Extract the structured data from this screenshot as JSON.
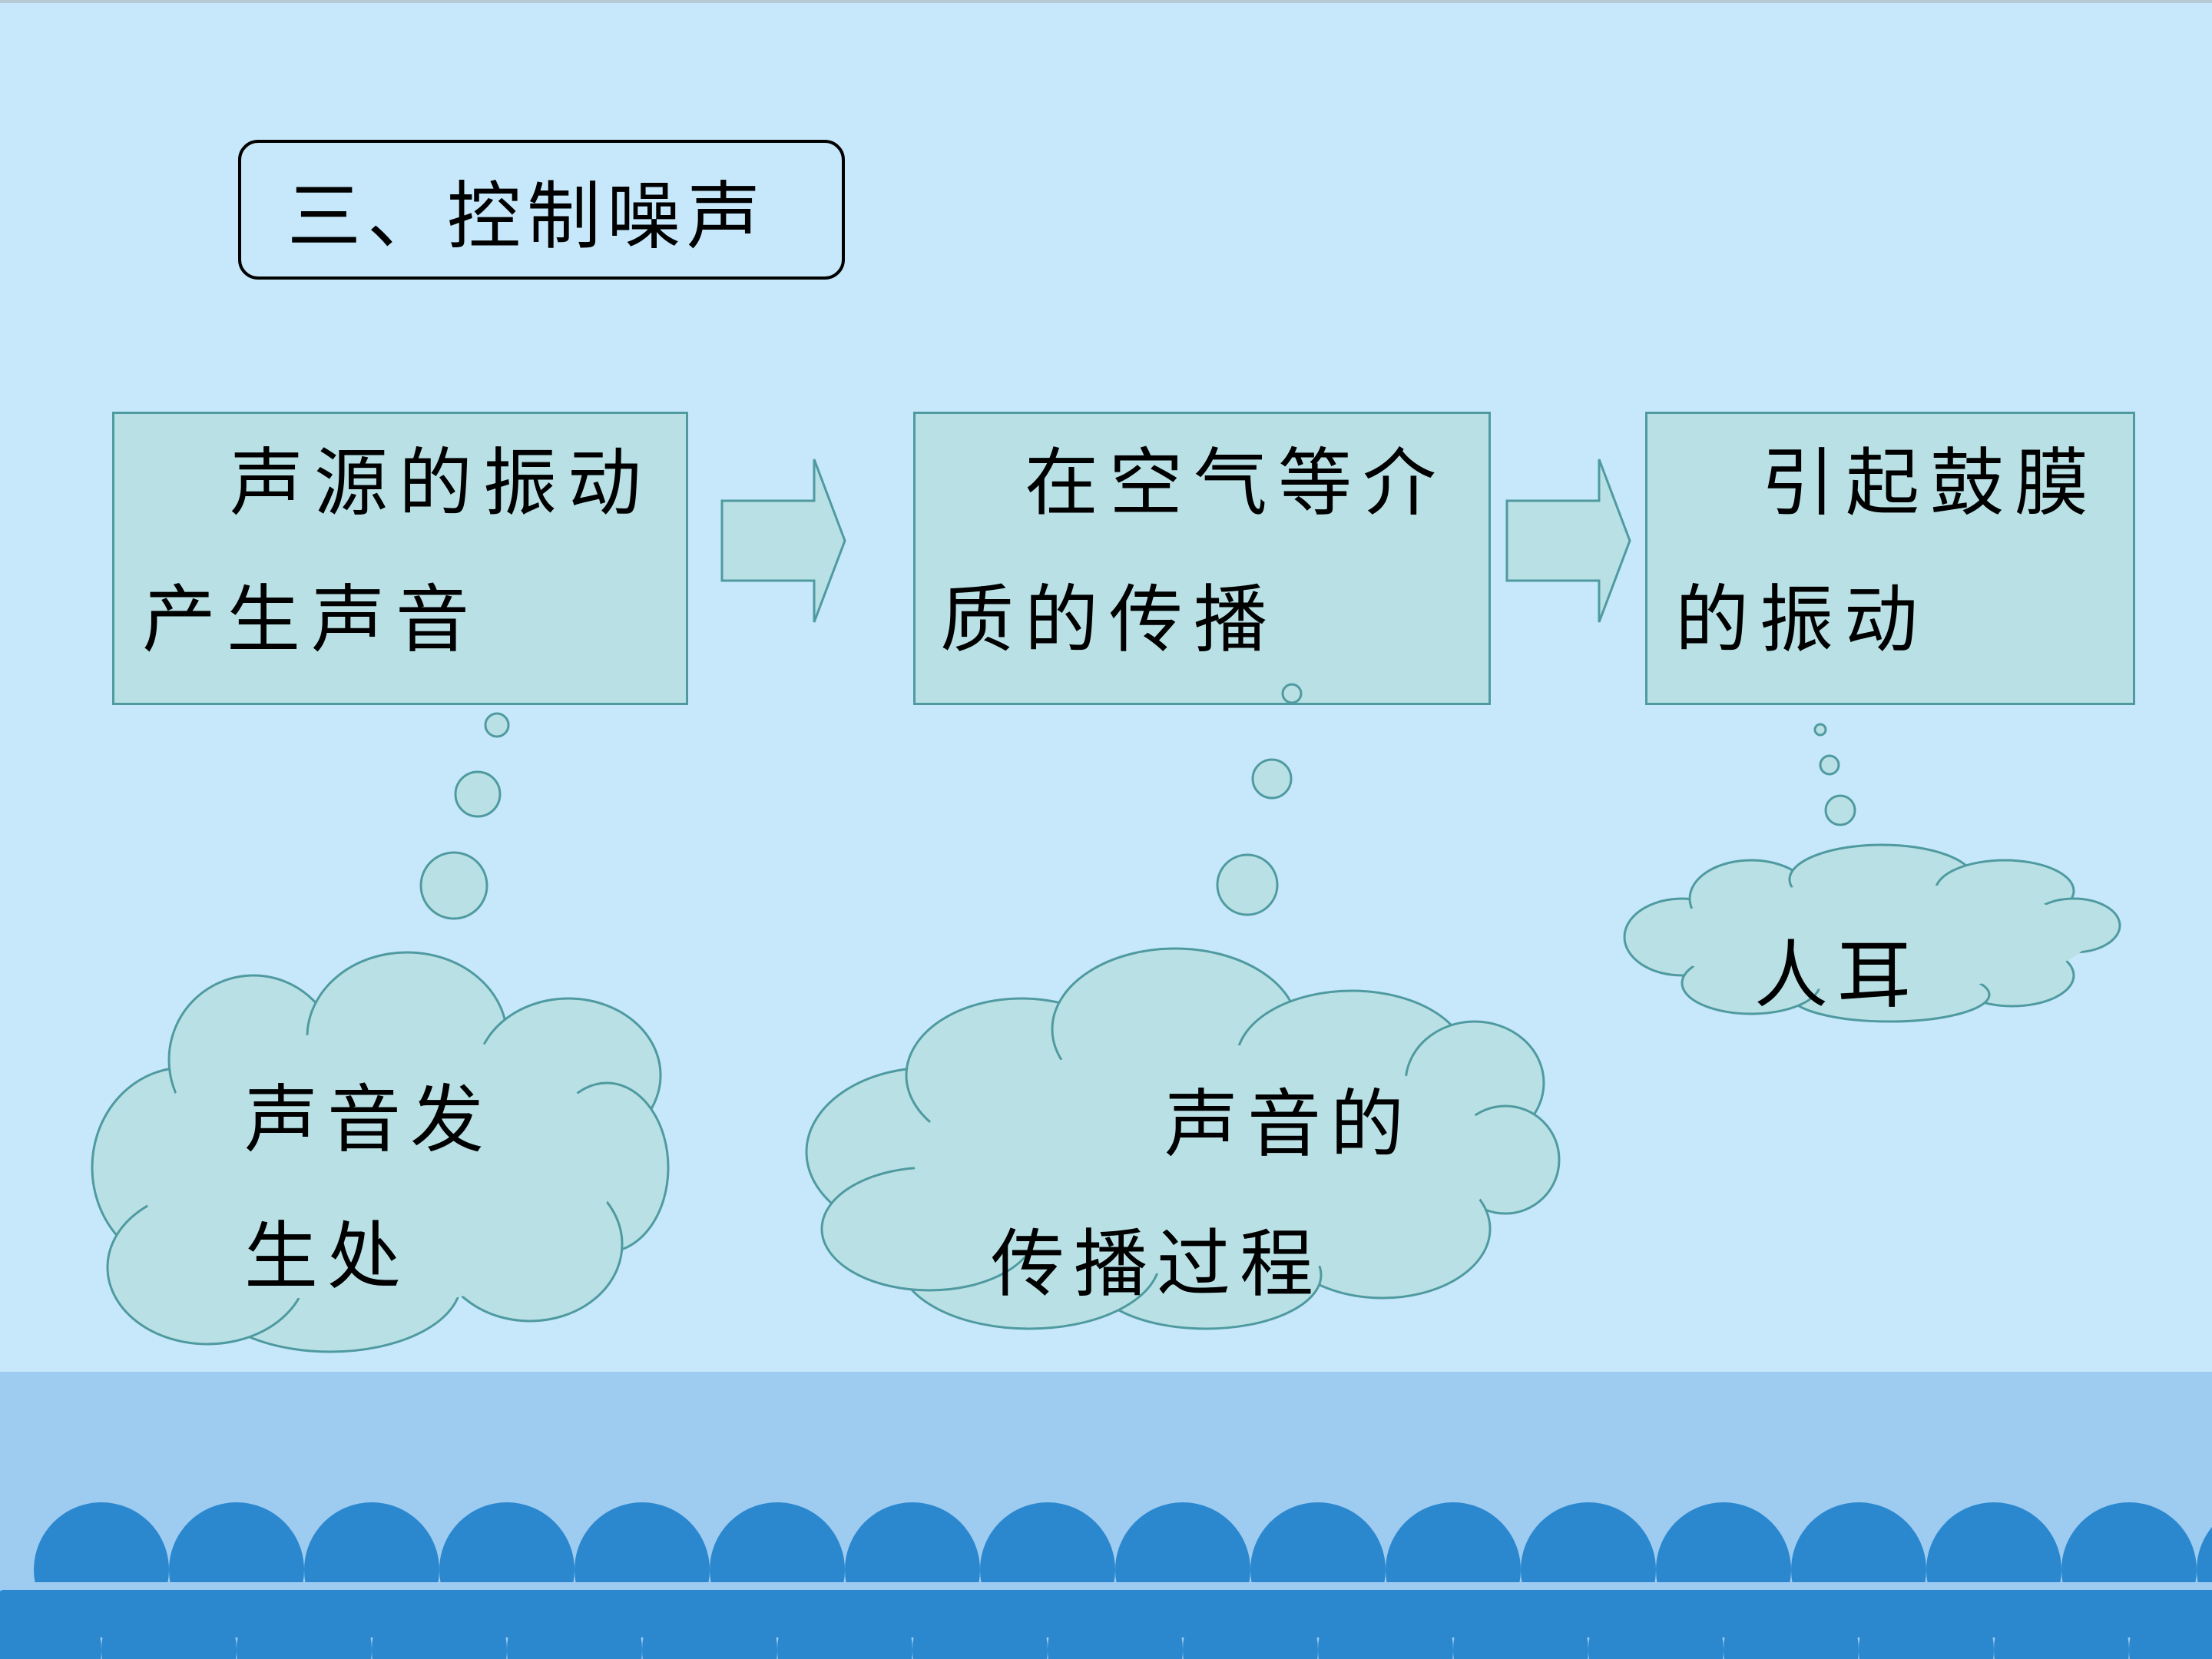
{
  "title": "三、控制噪声",
  "steps": [
    {
      "line1": "声源的振动",
      "line2": "产生声音"
    },
    {
      "line1": "在空气等介",
      "line2": "质的传播"
    },
    {
      "line1": "引起鼓膜",
      "line2": "的振动"
    }
  ],
  "clouds": [
    {
      "line1": "声音发",
      "line2": "生处"
    },
    {
      "line1": "声音的",
      "line2": "传播过程"
    },
    {
      "line1": "人耳"
    }
  ],
  "colors": {
    "background": "#c6e8fa",
    "box_fill": "#b9e1e5",
    "box_border": "#4f9aa0",
    "sea_light": "#9ecbf0",
    "wave": "#2b88cf"
  }
}
